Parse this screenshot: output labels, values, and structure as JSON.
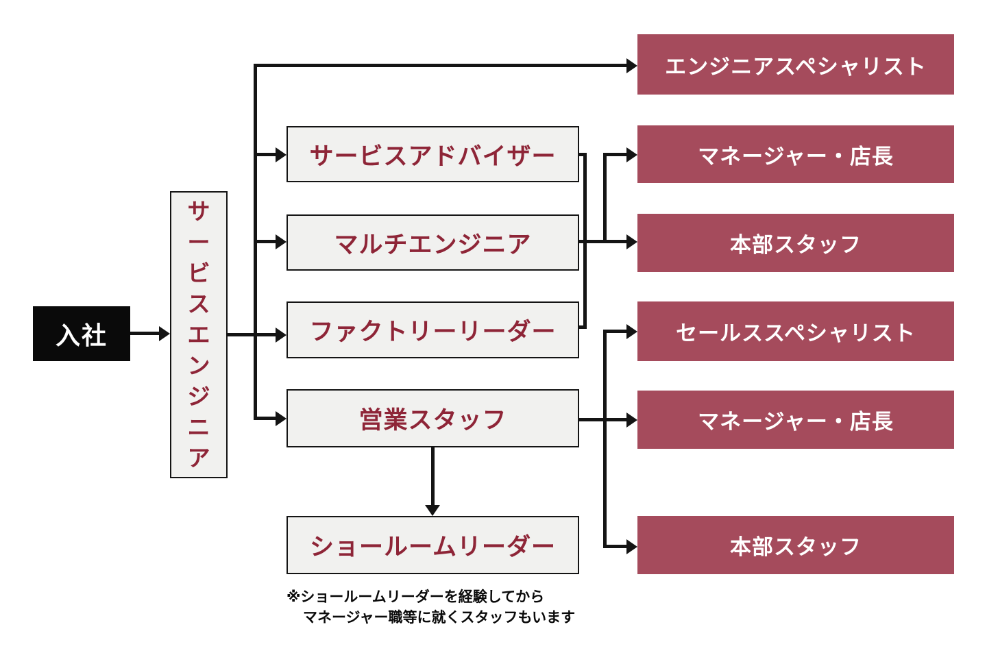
{
  "palette": {
    "accent_red_fill": "#A54B5C",
    "accent_red_text": "#8E2537",
    "light_box_fill": "#F1F1EF",
    "line_black": "#141414",
    "start_box_black": "#0a0a0a",
    "white": "#FFFFFF"
  },
  "diagram": {
    "start": "入社",
    "base_path": "サービスエンジニア",
    "roles": [
      "サービスアドバイザー",
      "マルチエンジニア",
      "ファクトリーリーダー",
      "営業スタッフ",
      "ショールームリーダー"
    ],
    "advanced": [
      "エンジニアスペシャリスト",
      "マネージャー・店長",
      "本部スタッフ",
      "セールススペシャリスト",
      "マネージャー・店長",
      "本部スタッフ"
    ],
    "footnote_line1": "※ショールームリーダーを経験してから",
    "footnote_line2": "マネージャー職等に就くスタッフもいます"
  }
}
